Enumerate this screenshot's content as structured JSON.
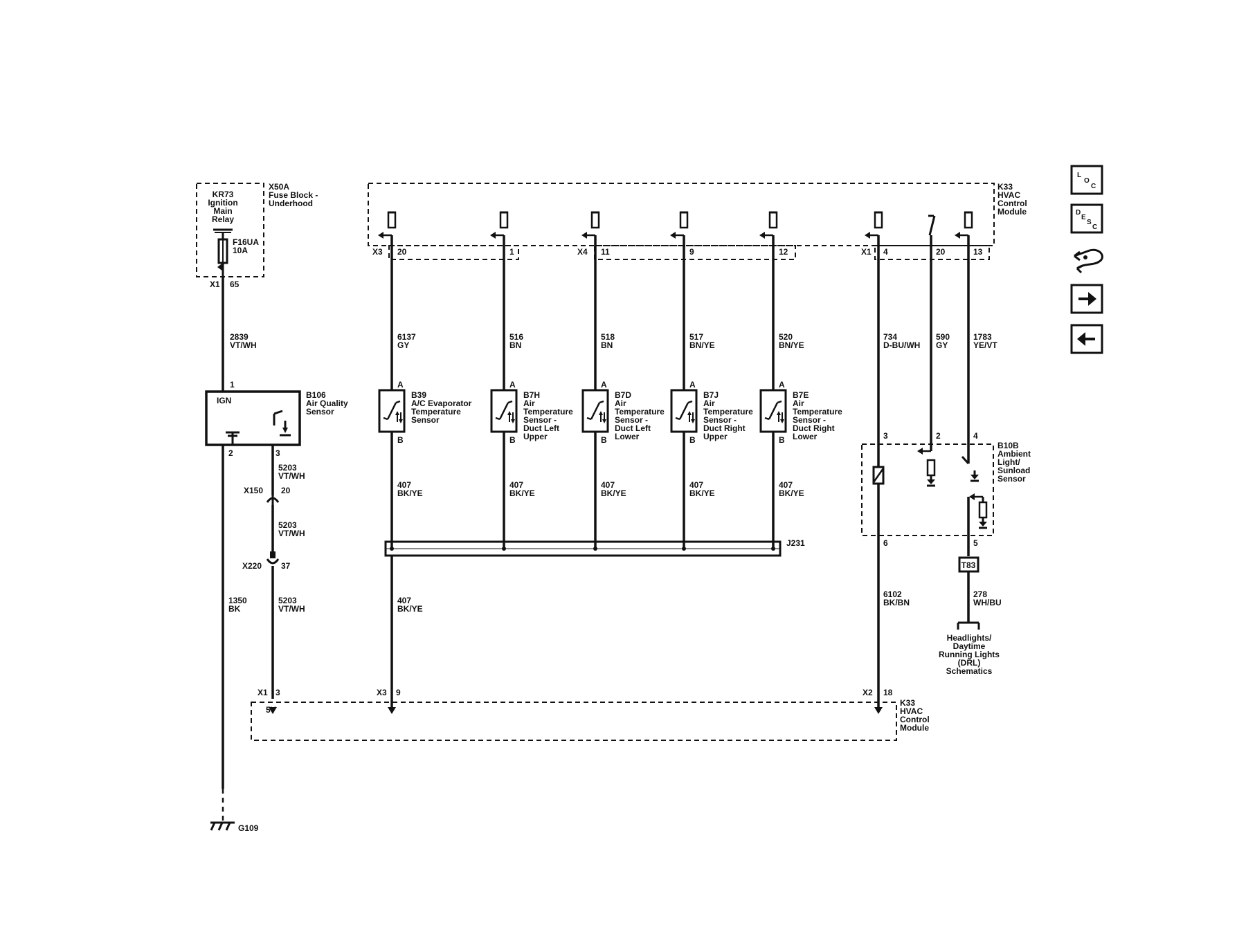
{
  "fuse_block": {
    "id": "X50A",
    "name1": "Fuse Block -",
    "name2": "Underhood",
    "relay_l1": "KR73",
    "relay_l2": "Ignition",
    "relay_l3": "Main",
    "relay_l4": "Relay",
    "fuse_id": "F16UA",
    "fuse_rating": "10A",
    "conn": "X1",
    "pin": "65"
  },
  "hvac_top": {
    "id": "K33",
    "l1": "HVAC",
    "l2": "Control",
    "l3": "Module"
  },
  "hvac_bottom": {
    "id": "K33",
    "l1": "HVAC",
    "l2": "Control",
    "l3": "Module",
    "v5": "5V"
  },
  "ign_wire": {
    "circuit": "2839",
    "color": "VT/WH"
  },
  "aq_sensor": {
    "id": "B106",
    "l1": "Air Quality",
    "l2": "Sensor",
    "ign": "IGN",
    "pin1": "1",
    "pin2": "2",
    "pin3": "3"
  },
  "aq_signal": {
    "seg1_circuit": "5203",
    "seg1_color": "VT/WH",
    "x150": "X150",
    "x150_pin": "20",
    "seg2_circuit": "5203",
    "seg2_color": "VT/WH",
    "x220": "X220",
    "x220_pin": "37",
    "seg3_circuit": "5203",
    "seg3_color": "VT/WH",
    "conn": "X1",
    "pin": "3"
  },
  "ground_wire": {
    "circuit": "1350",
    "color": "BK",
    "ground": "G109"
  },
  "top_connectors": {
    "x3": "X3",
    "x4": "X4",
    "x1": "X1"
  },
  "sensors": [
    {
      "pin": "20",
      "circuit": "6137",
      "color": "GY",
      "a": "A",
      "b": "B",
      "id": "B39",
      "l1": "A/C Evaporator",
      "l2": "Temperature",
      "l3": "Sensor",
      "l4": "",
      "l5": "",
      "ret_circuit": "407",
      "ret_color": "BK/YE"
    },
    {
      "pin": "1",
      "circuit": "516",
      "color": "BN",
      "a": "A",
      "b": "B",
      "id": "B7H",
      "l1": "Air",
      "l2": "Temperature",
      "l3": "Sensor -",
      "l4": "Duct Left",
      "l5": "Upper",
      "ret_circuit": "407",
      "ret_color": "BK/YE"
    },
    {
      "pin": "11",
      "circuit": "518",
      "color": "BN",
      "a": "A",
      "b": "B",
      "id": "B7D",
      "l1": "Air",
      "l2": "Temperature",
      "l3": "Sensor -",
      "l4": "Duct Left",
      "l5": "Lower",
      "ret_circuit": "407",
      "ret_color": "BK/YE"
    },
    {
      "pin": "9",
      "circuit": "517",
      "color": "BN/YE",
      "a": "A",
      "b": "B",
      "id": "B7J",
      "l1": "Air",
      "l2": "Temperature",
      "l3": "Sensor -",
      "l4": "Duct Right",
      "l5": "Upper",
      "ret_circuit": "407",
      "ret_color": "BK/YE"
    },
    {
      "pin": "12",
      "circuit": "520",
      "color": "BN/YE",
      "a": "A",
      "b": "B",
      "id": "B7E",
      "l1": "Air",
      "l2": "Temperature",
      "l3": "Sensor -",
      "l4": "Duct Right",
      "l5": "Lower",
      "ret_circuit": "407",
      "ret_color": "BK/YE"
    }
  ],
  "splice": {
    "id": "J231"
  },
  "return_main": {
    "circuit": "407",
    "color": "BK/YE",
    "conn": "X3",
    "pin": "9"
  },
  "ambient": {
    "id": "B10B",
    "l1": "Ambient",
    "l2": "Light/",
    "l3": "Sunload",
    "l4": "Sensor",
    "pin3": "3",
    "pin2": "2",
    "pin4": "4",
    "pin6": "6",
    "pin5": "5",
    "w1_circuit": "734",
    "w1_color": "D-BU/WH",
    "w1_pin": "4",
    "w2_circuit": "590",
    "w2_color": "GY",
    "w2_pin": "20",
    "w3_circuit": "1783",
    "w3_color": "YE/VT",
    "w3_pin": "13",
    "low_circuit": "6102",
    "low_color": "BK/BN",
    "low_conn": "X2",
    "low_pin": "18",
    "t83": "T83",
    "out_circuit": "278",
    "out_color": "WH/BU",
    "dest_l1": "Headlights/",
    "dest_l2": "Daytime",
    "dest_l3": "Running Lights",
    "dest_l4": "(DRL)",
    "dest_l5": "Schematics"
  },
  "nav": {
    "loc_l": "L",
    "loc_o": "O",
    "loc_c": "C",
    "desc_d": "D",
    "desc_e": "E",
    "desc_s": "S",
    "desc_c": "C"
  }
}
